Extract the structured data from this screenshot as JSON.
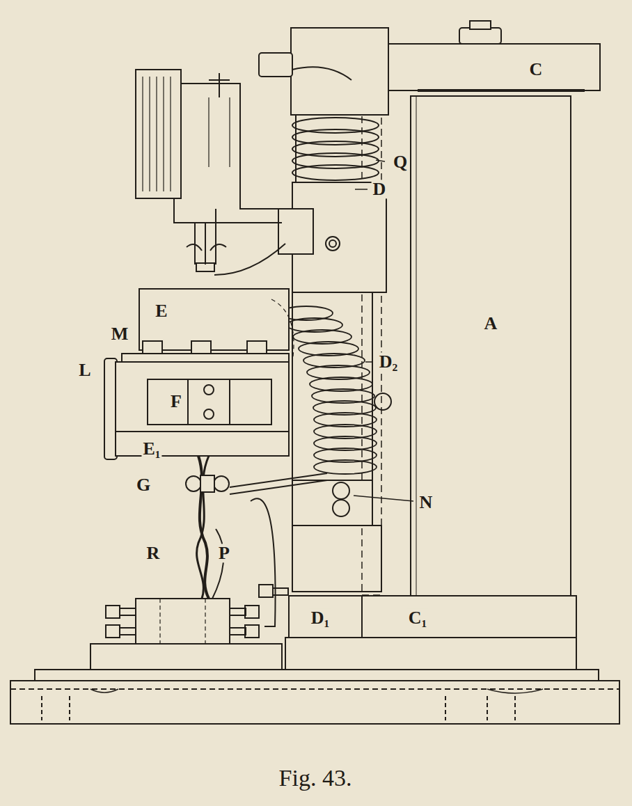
{
  "diagram": {
    "caption": "Fig. 43.",
    "labels": [
      "C",
      "Q",
      "D",
      "A",
      "E",
      "M",
      "L",
      "F",
      "D₂",
      "E₁",
      "G",
      "N",
      "R",
      "P",
      "D₁",
      "C₁"
    ]
  }
}
